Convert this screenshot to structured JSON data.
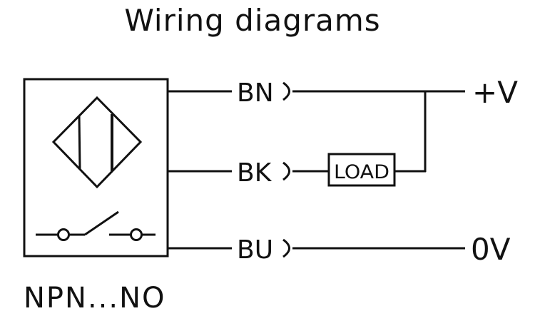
{
  "title": "Wiring diagrams",
  "mode_label": "NPN...NO",
  "wires": [
    {
      "code": "BN",
      "terminal": "+V"
    },
    {
      "code": "BK",
      "terminal": ""
    },
    {
      "code": "BU",
      "terminal": "0V"
    }
  ],
  "load_label": "LOAD",
  "icons": {
    "sensor_symbol": "inductive-sensor-diamond-icon",
    "switch_symbol": "normally-open-switch-icon",
    "connector_symbol": "connector-arc-icon"
  },
  "colors": {
    "line": "#111111",
    "background": "#ffffff"
  }
}
